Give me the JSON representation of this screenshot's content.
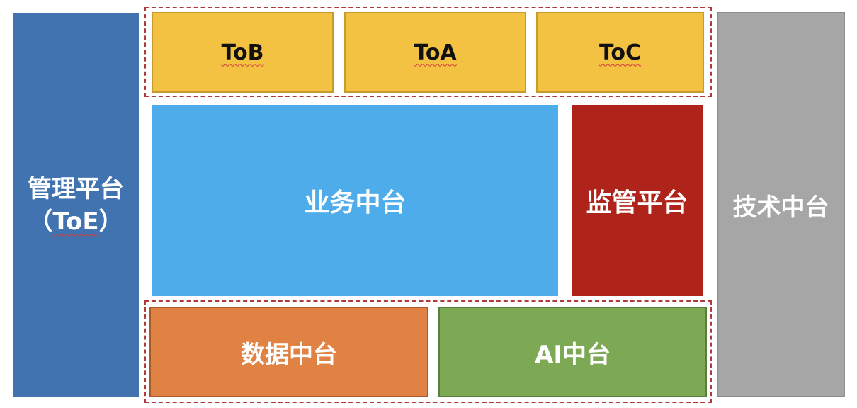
{
  "client_row": {
    "items": [
      {
        "label": "ToB"
      },
      {
        "label": "ToA"
      },
      {
        "label": "ToC"
      }
    ]
  },
  "management": {
    "line1": "管理平台",
    "line2_open": "（",
    "line2_term": "ToE",
    "line2_close": "）"
  },
  "business_platform": {
    "label": "业务中台"
  },
  "supervision_platform": {
    "label": "监管平台"
  },
  "tech_platform": {
    "label": "技术中台"
  },
  "bottom_row": {
    "data_platform": {
      "label": "数据中台"
    },
    "ai_platform": {
      "label": "AI中台"
    }
  },
  "colors": {
    "management": "#4173b0",
    "client_boxes": "#f4c243",
    "business": "#4facea",
    "supervision": "#ae231a",
    "tech": "#a6a6a6",
    "data": "#df8244",
    "ai": "#7ea954",
    "group_border": "#b03a3a"
  }
}
